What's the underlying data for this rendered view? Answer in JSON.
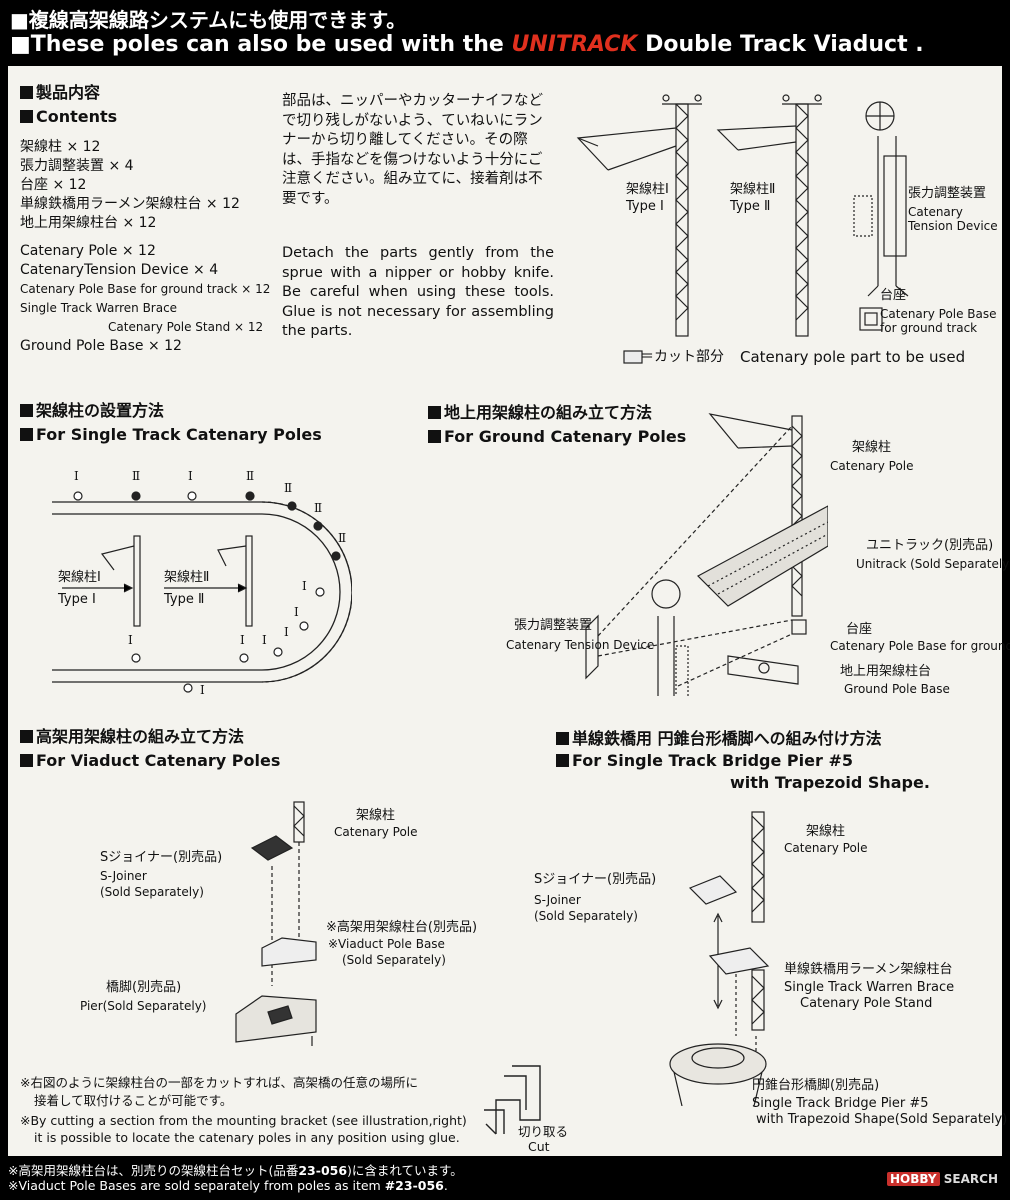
{
  "header": {
    "line1": "■複線高架線路システムにも使用できます。",
    "line2_a": "■These poles can also be used with the ",
    "line2_brand": "UNITRACK",
    "line2_b": " Double Track Viaduct ."
  },
  "contents": {
    "title_jp": "製品内容",
    "title_en": "Contents",
    "items_jp": [
      "架線柱 × 12",
      "張力調整装置 × 4",
      "台座 × 12",
      "単線鉄橋用ラーメン架線柱台 × 12",
      "地上用架線柱台 × 12"
    ],
    "items_en": [
      "Catenary Pole × 12",
      "CatenaryTension Device × 4",
      "Catenary Pole Base for ground track × 12",
      "Single Track Warren Brace",
      "Catenary Pole Stand × 12",
      "Ground Pole Base × 12"
    ]
  },
  "instructions": {
    "jp": "部品は、ニッパーやカッターナイフなどで切り残しがないよう、ていねいにランナーから切り離してください。その際は、手指などを傷つけないよう十分にご注意ください。組み立てに、接着剤は不要です。",
    "en": "Detach the parts gently from the sprue with a nipper or hobby knife. Be careful when using these tools. Glue is not necessary for assembling the parts."
  },
  "parts": {
    "type1_jp": "架線柱Ⅰ",
    "type1_en": "Type Ⅰ",
    "type2_jp": "架線柱Ⅱ",
    "type2_en": "Type Ⅱ",
    "tension_jp": "張力調整装置",
    "tension_en1": "Catenary",
    "tension_en2": "Tension Device",
    "base_jp": "台座",
    "base_en1": "Catenary Pole Base",
    "base_en2": "for ground track",
    "legend_jp": "＝カット部分",
    "legend_en": "Catenary pole part to be used"
  },
  "single": {
    "title_jp": "架線柱の設置方法",
    "title_en": "For Single Track Catenary Poles",
    "type1_jp": "架線柱Ⅰ",
    "type1_en": "Type Ⅰ",
    "type2_jp": "架線柱Ⅱ",
    "type2_en": "Type Ⅱ",
    "mark1": "Ⅰ",
    "mark2": "Ⅱ"
  },
  "ground": {
    "title_jp": "地上用架線柱の組み立て方法",
    "title_en": "For Ground Catenary Poles",
    "pole_jp": "架線柱",
    "pole_en": "Catenary Pole",
    "unitrack_jp": "ユニトラック(別売品)",
    "unitrack_en": "Unitrack (Sold Separately)",
    "tension_jp": "張力調整装置",
    "tension_en": "Catenary Tension Device",
    "base_jp": "台座",
    "base_en": "Catenary Pole Base for ground track",
    "gbase_jp": "地上用架線柱台",
    "gbase_en": "Ground Pole Base"
  },
  "viaduct": {
    "title_jp": "高架用架線柱の組み立て方法",
    "title_en": "For Viaduct Catenary Poles",
    "pole_jp": "架線柱",
    "pole_en": "Catenary Pole",
    "sj_jp": "Sジョイナー(別売品)",
    "sj_en1": "S-Joiner",
    "sj_en2": "(Sold Separately)",
    "vb_jp": "※高架用架線柱台(別売品)",
    "vb_en1": "※Viaduct Pole Base",
    "vb_en2": "(Sold Separately)",
    "pier_jp": "橋脚(別売品)",
    "pier_en": "Pier(Sold Separately)"
  },
  "bridge": {
    "title_jp": "単線鉄橋用 円錐台形橋脚への組み付け方法",
    "title_en1": "For Single Track Bridge Pier #5",
    "title_en2": "with Trapezoid Shape.",
    "pole_jp": "架線柱",
    "pole_en": "Catenary Pole",
    "sj_jp": "Sジョイナー(別売品)",
    "sj_en1": "S-Joiner",
    "sj_en2": "(Sold Separately)",
    "wb_jp": "単線鉄橋用ラーメン架線柱台",
    "wb_en1": "Single Track Warren Brace",
    "wb_en2": "Catenary Pole Stand",
    "pier_jp": "円錐台形橋脚(別売品)",
    "pier_en1": "Single Track Bridge Pier #5",
    "pier_en2": "with Trapezoid Shape(Sold Separately)"
  },
  "notes": {
    "jp1": "※右図のように架線柱台の一部をカットすれば、高架橋の任意の場所に",
    "jp2": "接着して取付けることが可能です。",
    "en1": "※By cutting a section from the mounting bracket  (see illustration,right)",
    "en2": "it is possible to locate the catenary poles in any   position using glue.",
    "cut_jp": "切り取る",
    "cut_en": "Cut"
  },
  "footer": {
    "jp_a": "※高架用架線柱台は、別売りの架線柱台セット(品番",
    "jp_item": "23-056",
    "jp_b": ")に含まれています。",
    "en_a": "※Viaduct Pole Bases are sold separately from poles as item ",
    "en_item": "#23-056",
    "en_b": "."
  },
  "watermark": {
    "a": "HOBBY",
    "b": " SEARCH"
  },
  "colors": {
    "background": "#000000",
    "panel": "#f4f3ee",
    "brand_red": "#e0301e"
  }
}
